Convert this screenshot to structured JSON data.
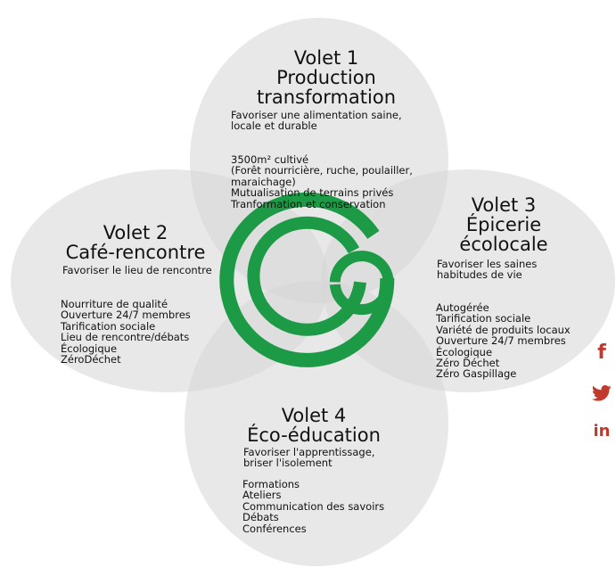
{
  "volet1": {
    "title_lines": [
      "Volet 1",
      "Production",
      "transformation"
    ],
    "subtitle": "Favoriser une alimentation saine,\nlocale et durable",
    "items": [
      "3500m² cultivé",
      "(Forêt nourricière, ruche, poulailler,",
      " maraichage)",
      "Mutualisation de terrains privés",
      "Tranformation et conservation"
    ]
  },
  "volet2": {
    "title_lines": [
      "Volet 2",
      "Café-rencontre"
    ],
    "subtitle": "Favoriser le lieu de rencontre",
    "items": [
      "Nourriture de qualité",
      "Ouverture 24/7 membres",
      "Tarification sociale",
      "Lieu de rencontre/débats",
      "Écologique",
      "ZéroDéchet"
    ]
  },
  "volet3": {
    "title_lines": [
      "Volet 3",
      "Épicerie",
      "écolocale"
    ],
    "subtitle": "Favoriser les saines\nhabitudes de vie",
    "items": [
      "Autogérée",
      "Tarification sociale",
      "Variété de produits locaux",
      "Ouverture 24/7 membres",
      "Écologique",
      "Zéro Déchet",
      "Zéro Gaspillage"
    ]
  },
  "volet4": {
    "title_lines": [
      "Volet 4",
      "Éco-éducation"
    ],
    "subtitle": "Favoriser l'apprentissage,\nbriser l'isolement",
    "items": [
      "Formations",
      "Ateliers",
      "Communication des savoirs",
      "Débats",
      "Conférences"
    ]
  },
  "colors": {
    "petal": "#d6d6d6",
    "logo_green": "#1c9a46",
    "social": "#c0392b"
  },
  "logo_icon": "spiral-logo-icon",
  "social": {
    "facebook_icon": "facebook-icon",
    "twitter_icon": "twitter-icon",
    "linkedin_icon": "linkedin-icon",
    "facebook_glyph": "f",
    "linkedin_glyph": "in"
  }
}
